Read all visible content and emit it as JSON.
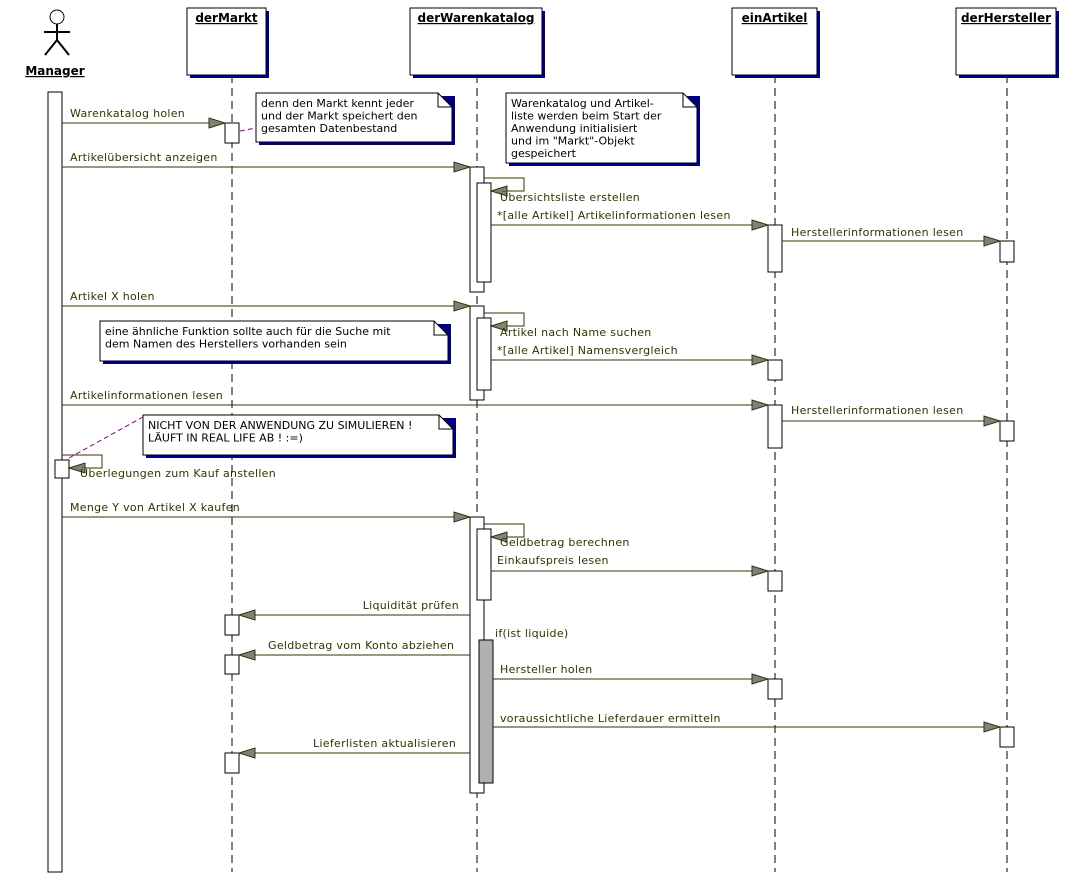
{
  "actor": {
    "name": "Manager"
  },
  "objects": [
    "derMarkt",
    "derWarenkatalog",
    "einArtikel",
    "derHersteller"
  ],
  "messages": [
    "Warenkatalog holen",
    "Artikelübersicht anzeigen",
    "Übersichtsliste erstellen",
    "*[alle Artikel] Artikelinformationen lesen",
    "Herstellerinformationen lesen",
    "Artikel X holen",
    "Artikel nach Name suchen",
    "*[alle Artikel] Namensvergleich",
    "Artikelinformationen lesen",
    "Herstellerinformationen lesen",
    "Überlegungen zum Kauf anstellen",
    "Menge Y von Artikel X kaufen",
    "Geldbetrag berechnen",
    "Einkaufspreis lesen",
    "Liquidität prüfen",
    "Geldbetrag vom Konto abziehen",
    "Hersteller holen",
    "voraussichtliche Lieferdauer ermitteln",
    "Lieferlisten aktualisieren"
  ],
  "guard": "if(ist liquide)",
  "notes": [
    [
      "denn den Markt kennt jeder",
      "und der Markt speichert den",
      "gesamten Datenbestand"
    ],
    [
      "Warenkatalog und Artikel-",
      "liste werden beim Start der",
      "Anwendung initialisiert",
      "und im \"Markt\"-Objekt",
      "gespeichert"
    ],
    [
      "eine ähnliche Funktion sollte auch für die Suche mit",
      "dem Namen des Herstellers vorhanden sein"
    ],
    [
      "NICHT VON DER ANWENDUNG ZU SIMULIEREN !",
      "LÄUFT IN REAL LIFE AB !  :=)"
    ]
  ],
  "colors": {
    "line": "#333300",
    "shadow": "#000080",
    "arrow": "#808080",
    "note_link": "#800080",
    "guard_fill": "#b0b0b0"
  }
}
